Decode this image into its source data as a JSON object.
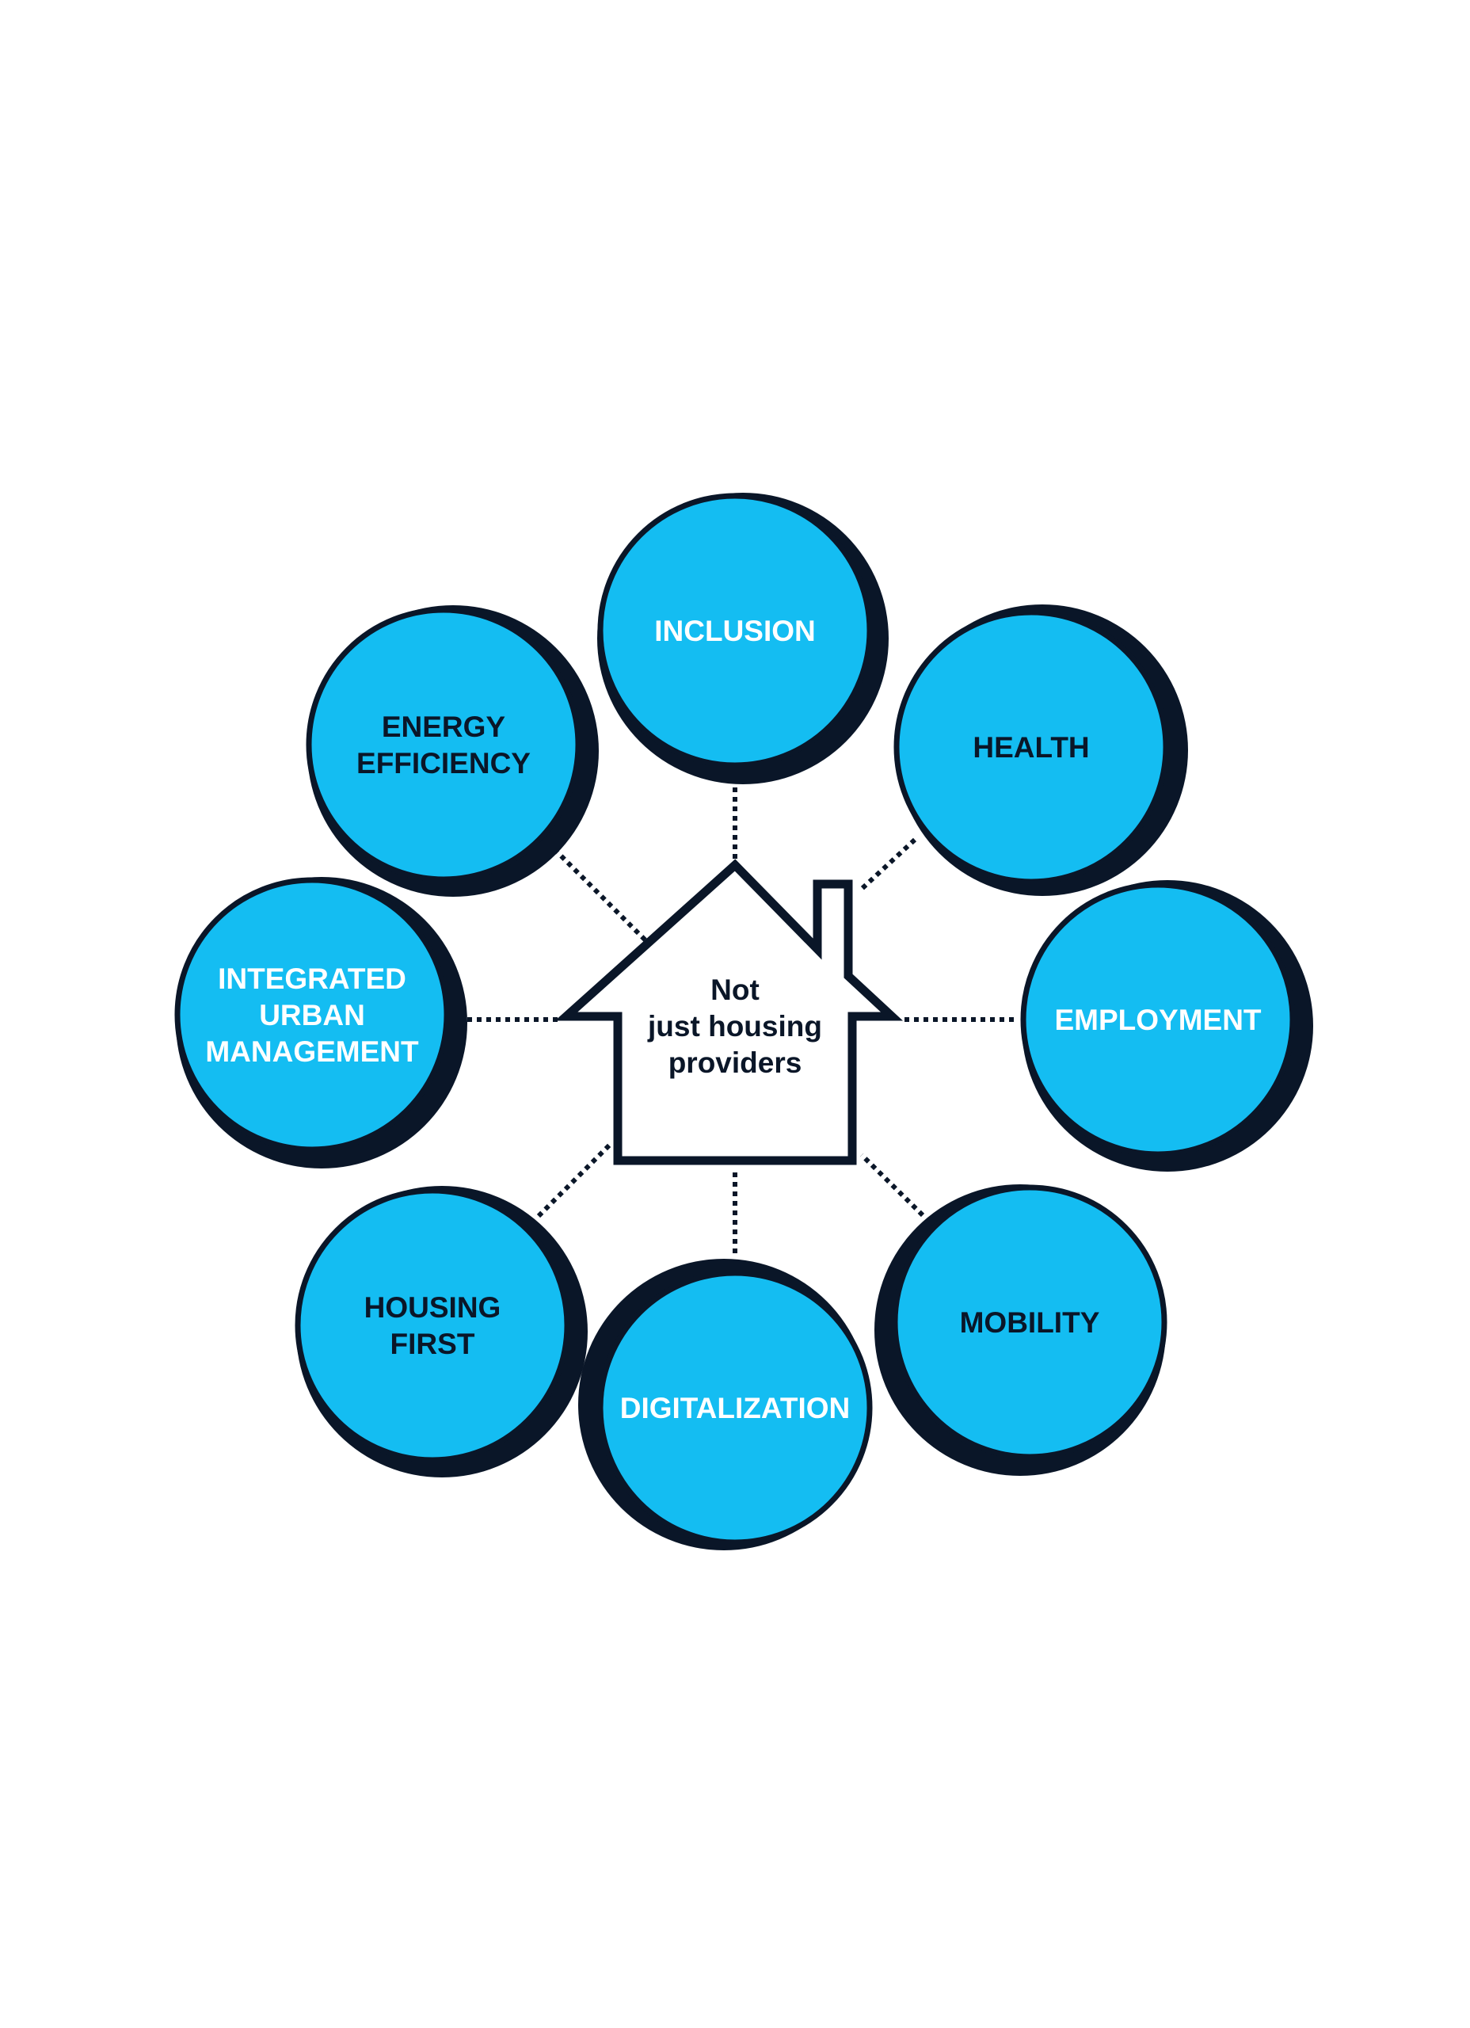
{
  "center": {
    "lines": [
      "Not",
      "just housing",
      "providers"
    ],
    "color": "#0a1628"
  },
  "colors": {
    "circle_fill": "#14bdf2",
    "outline": "#0a1628",
    "text_light": "#ffffff",
    "text_dark": "#0a1628",
    "background": "#ffffff"
  },
  "nodes": [
    {
      "id": "inclusion",
      "lines": [
        "INCLUSION"
      ],
      "text_color": "#ffffff"
    },
    {
      "id": "health",
      "lines": [
        "HEALTH"
      ],
      "text_color": "#0a1628"
    },
    {
      "id": "employment",
      "lines": [
        "EMPLOYMENT"
      ],
      "text_color": "#ffffff"
    },
    {
      "id": "mobility",
      "lines": [
        "MOBILITY"
      ],
      "text_color": "#0a1628"
    },
    {
      "id": "digitalization",
      "lines": [
        "DIGITALIZATION"
      ],
      "text_color": "#ffffff"
    },
    {
      "id": "housing-first",
      "lines": [
        "HOUSING",
        "FIRST"
      ],
      "text_color": "#0a1628"
    },
    {
      "id": "integrated-urban-management",
      "lines": [
        "INTEGRATED",
        "URBAN",
        "MANAGEMENT"
      ],
      "text_color": "#ffffff"
    },
    {
      "id": "energy-efficiency",
      "lines": [
        "ENERGY",
        "EFFICIENCY"
      ],
      "text_color": "#0a1628"
    }
  ]
}
